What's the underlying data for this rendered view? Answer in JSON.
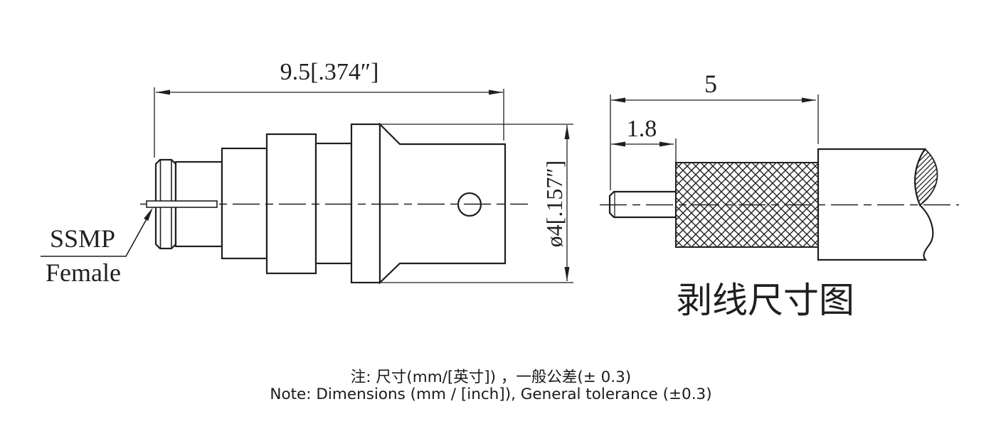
{
  "page": {
    "background_color": "#ffffff",
    "line_color": "#1f1f1f"
  },
  "connector_view": {
    "name_label": {
      "line1": "SSMP",
      "line2": "Female"
    },
    "dimensions": {
      "overall_length": "9.5[.374″]",
      "body_diameter": "ø4[.157″]"
    }
  },
  "strip_view": {
    "dimensions": {
      "braid_strip_length": "5",
      "center_pin_length": "1.8"
    },
    "caption": "剥线尺寸图"
  },
  "notes": {
    "line1": "注: 尺寸(mm/[英寸]) ，一般公差(± 0.3)",
    "line2": "Note: Dimensions (mm / [inch]), General tolerance (±0.3)"
  }
}
